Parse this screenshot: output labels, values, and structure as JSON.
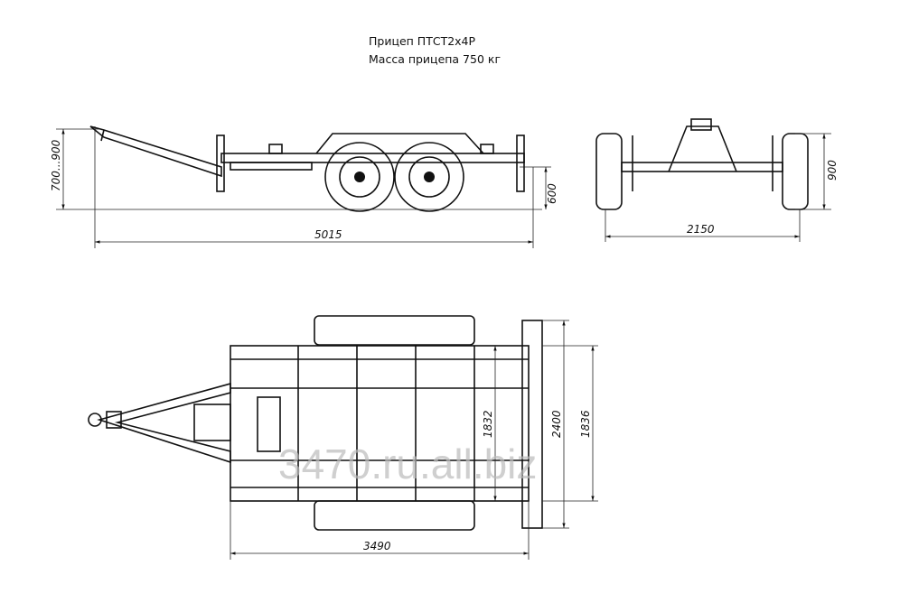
{
  "title": {
    "line1": "Прицеп ПТСТ2х4Р",
    "line2": "Масса прицепа 750 кг"
  },
  "side_view": {
    "length": "5015",
    "hitch_height": "700...900",
    "frame_height": "600"
  },
  "front_view": {
    "width": "2150",
    "height": "900"
  },
  "top_view": {
    "frame_length": "3490",
    "frame_width": "1832",
    "overall_width": "2400",
    "track_width": "1836"
  },
  "watermark": "3470.ru.all.biz"
}
